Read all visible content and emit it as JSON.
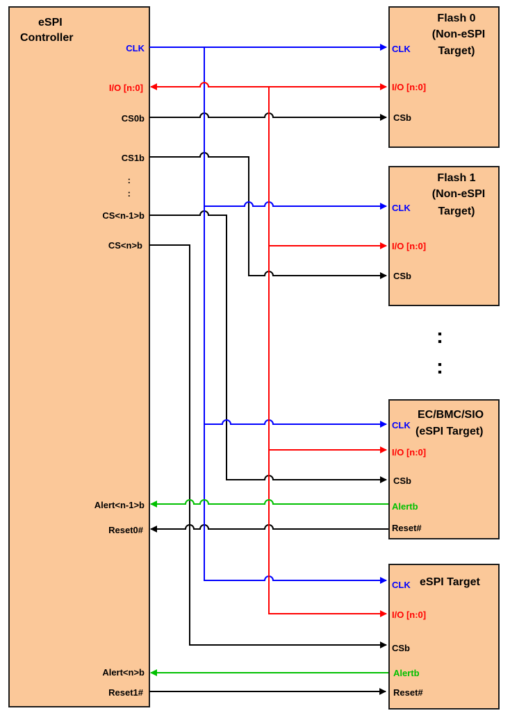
{
  "colors": {
    "box_fill": "#fbc899",
    "clk": "#0000ff",
    "io": "#ff0000",
    "cs": "#000000",
    "alert": "#00c000",
    "reset": "#000000"
  },
  "controller": {
    "title_line1": "eSPI",
    "title_line2": "Controller",
    "pins": {
      "clk": "CLK",
      "io": "I/O [n:0]",
      "cs0": "CS0b",
      "cs1": "CS1b",
      "dots1": ":",
      "dots2": ":",
      "csn1": "CS<n-1>b",
      "csn": "CS<n>b",
      "alert_n1": "Alert<n-1>b",
      "reset0": "Reset0#",
      "alert_n": "Alert<n>b",
      "reset1": "Reset1#"
    }
  },
  "flash0": {
    "title_line1": "Flash 0",
    "title_line2": "(Non-eSPI",
    "title_line3": "Target)",
    "pins": {
      "clk": "CLK",
      "io": "I/O [n:0]",
      "cs": "CSb"
    }
  },
  "flash1": {
    "title_line1": "Flash 1",
    "title_line2": "(Non-eSPI",
    "title_line3": "Target)",
    "pins": {
      "clk": "CLK",
      "io": "I/O [n:0]",
      "cs": "CSb"
    }
  },
  "vertical_ellipsis": ":",
  "ec": {
    "title_line1": "EC/BMC/SIO",
    "title_line2": "(eSPI Target)",
    "pins": {
      "clk": "CLK",
      "io": "I/O [n:0]",
      "cs": "CSb",
      "alert": "Alertb",
      "reset": "Reset#"
    }
  },
  "target": {
    "title_line1": "eSPI Target",
    "pins": {
      "clk": "CLK",
      "io": "I/O [n:0]",
      "cs": "CSb",
      "alert": "Alertb",
      "reset": "Reset#"
    }
  }
}
